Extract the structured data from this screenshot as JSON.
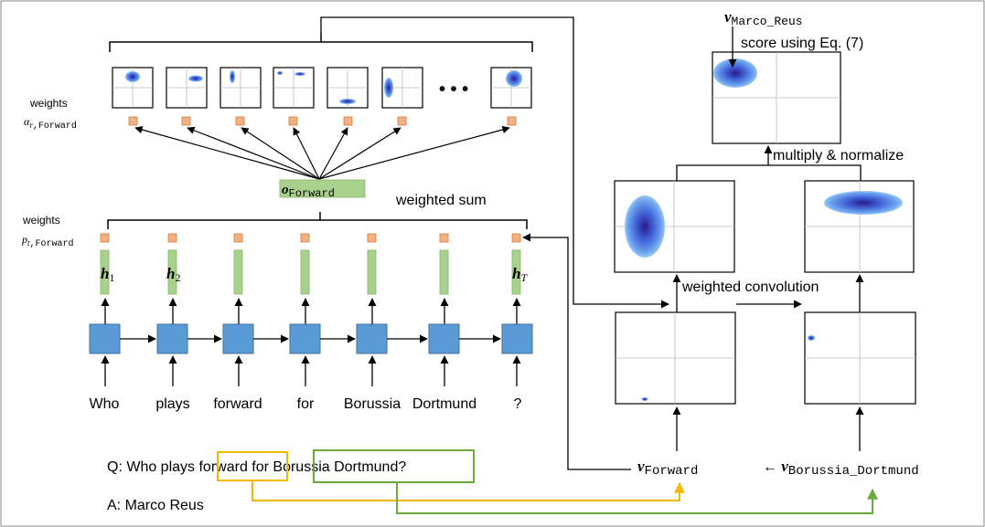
{
  "left_panel": {
    "tokens": [
      "Who",
      "plays",
      "forward",
      "for",
      "Borussia",
      "Dortmund",
      "?"
    ],
    "hidden_labels": [
      {
        "var": "h",
        "sub": "1"
      },
      {
        "var": "h",
        "sub": "2"
      },
      {
        "var": "h",
        "sub": "T"
      }
    ],
    "weights_label": "weights",
    "alpha_weights": {
      "var": "α",
      "sub_var": "r",
      "sub_mono": "Forward"
    },
    "p_weights": {
      "var": "p",
      "sub_var": "t",
      "sub_mono": "Forward"
    },
    "o_forward": {
      "var": "o",
      "sub": "Forward"
    },
    "weighted_sum": "weighted sum",
    "ellipsis": "• • •"
  },
  "right_panel": {
    "v_marco": {
      "var": "v",
      "sub": "Marco_Reus"
    },
    "score_label": "score using Eq. (7)",
    "multiply_label": "multiply & normalize",
    "conv_label": "weighted convolution",
    "v_forward": {
      "var": "v",
      "sub": "Forward"
    },
    "v_borussia": {
      "var": "v",
      "sub": "Borussia_Dortmund"
    },
    "v_borussia_arrow": "←"
  },
  "qa": {
    "question_prefix": "Q: Who plays ",
    "question_hl1": "forward",
    "question_mid": " for ",
    "question_hl2": "Borussia Dortmund",
    "question_suffix": "?",
    "answer": "A: Marco Reus"
  },
  "colors": {
    "rnn_cell": "#5B9BD5",
    "hidden_state": "#A9D18E",
    "weight_square": "#F4B183",
    "forward_highlight": "#F2B900",
    "borussia_highlight": "#6DAA3C",
    "gaussian": "#4E85E0"
  }
}
